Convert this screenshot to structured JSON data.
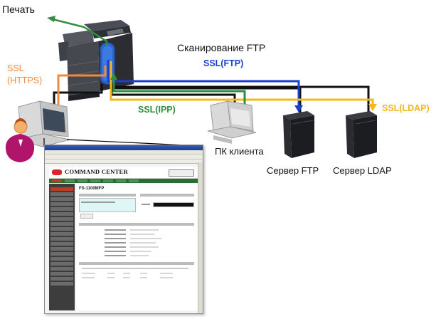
{
  "labels": {
    "print": "Печать",
    "ssl_https": "SSL\n(HTTPS)",
    "scan_ftp": "Сканирование FTP",
    "ssl_ftp": "SSL(FTP)",
    "ssl_ipp": "SSL(IPP)",
    "ssl_ldap": "SSL(LDAP)",
    "client_pc": "ПК клиента",
    "ftp_server": "Сервер FTP",
    "ldap_server": "Сервер LDAP"
  },
  "browser": {
    "app_title": "COMMAND CENTER",
    "page_heading": "FS-1100MFP"
  },
  "colors": {
    "ssl_https": "#f08a3c",
    "ssl_ftp": "#1b3fd1",
    "ssl_ipp": "#2f8f3e",
    "ssl_ldap": "#f2b81e",
    "print_line": "#2f8f3e",
    "network": "#111111"
  }
}
